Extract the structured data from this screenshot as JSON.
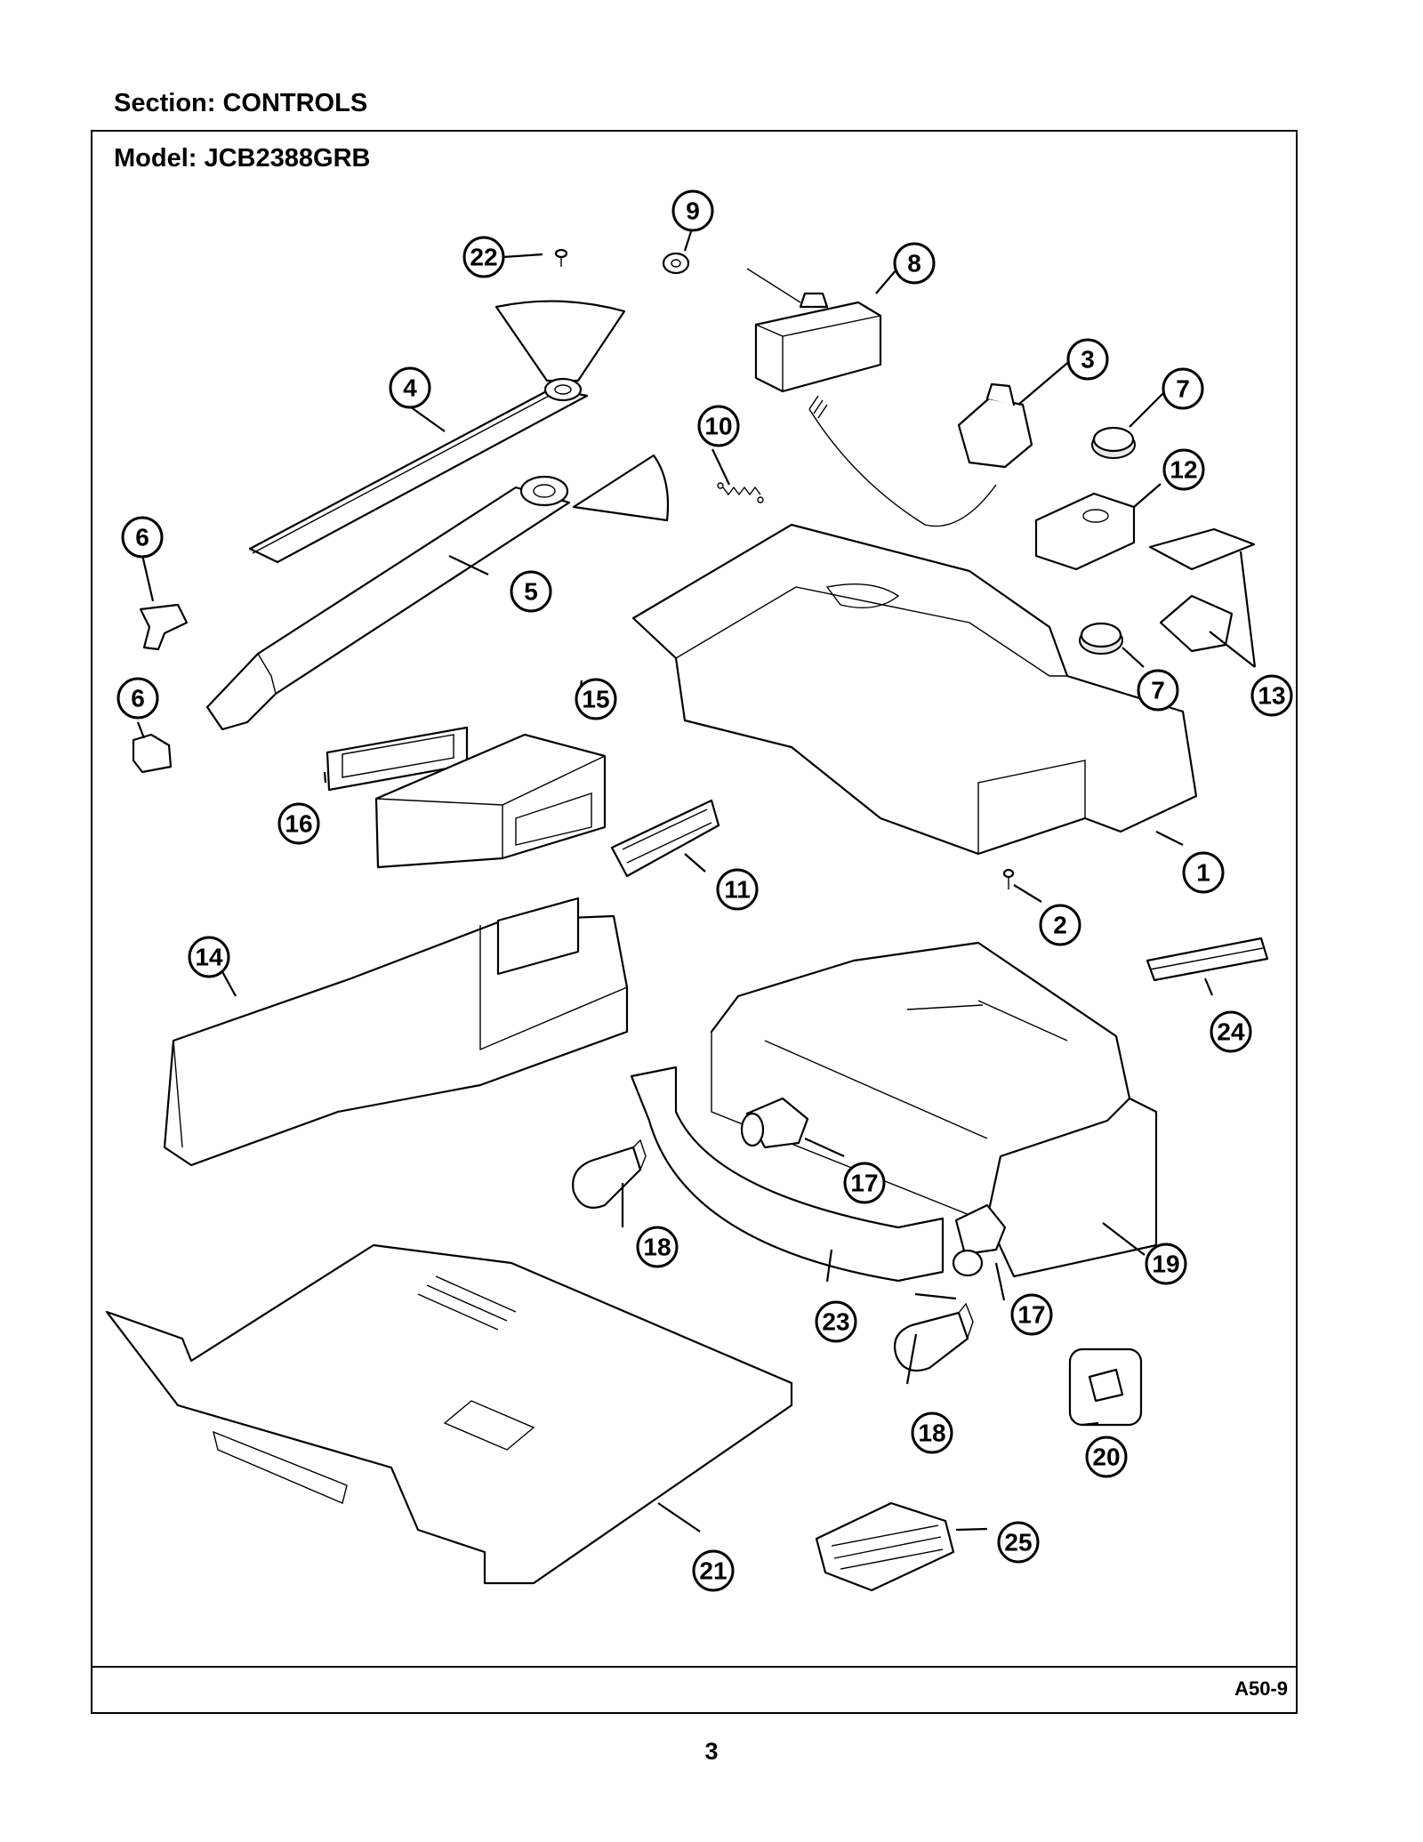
{
  "header": {
    "section": "Section:  CONTROLS",
    "model": "Model:  JCB2388GRB"
  },
  "footer": {
    "ref_code": "A50-9",
    "page_number": "3"
  },
  "callouts": [
    {
      "id": "c1",
      "label": "1"
    },
    {
      "id": "c2",
      "label": "2"
    },
    {
      "id": "c3",
      "label": "3"
    },
    {
      "id": "c4",
      "label": "4"
    },
    {
      "id": "c5",
      "label": "5"
    },
    {
      "id": "c6a",
      "label": "6"
    },
    {
      "id": "c6b",
      "label": "6"
    },
    {
      "id": "c7a",
      "label": "7"
    },
    {
      "id": "c7b",
      "label": "7"
    },
    {
      "id": "c8",
      "label": "8"
    },
    {
      "id": "c9",
      "label": "9"
    },
    {
      "id": "c10",
      "label": "10"
    },
    {
      "id": "c11",
      "label": "11"
    },
    {
      "id": "c12",
      "label": "12"
    },
    {
      "id": "c13",
      "label": "13"
    },
    {
      "id": "c14",
      "label": "14"
    },
    {
      "id": "c15",
      "label": "15"
    },
    {
      "id": "c16",
      "label": "16"
    },
    {
      "id": "c17a",
      "label": "17"
    },
    {
      "id": "c17b",
      "label": "17"
    },
    {
      "id": "c18a",
      "label": "18"
    },
    {
      "id": "c18b",
      "label": "18"
    },
    {
      "id": "c19",
      "label": "19"
    },
    {
      "id": "c20",
      "label": "20"
    },
    {
      "id": "c21",
      "label": "21"
    },
    {
      "id": "c22",
      "label": "22"
    },
    {
      "id": "c23",
      "label": "23"
    },
    {
      "id": "c24",
      "label": "24"
    },
    {
      "id": "c25",
      "label": "25"
    }
  ]
}
